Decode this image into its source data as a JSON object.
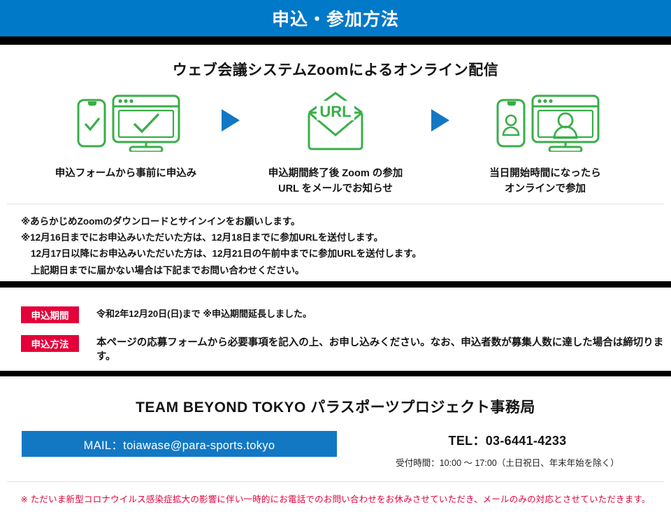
{
  "header": {
    "title": "申込・参加方法",
    "bar_color": "#0079C8"
  },
  "subtitle": "ウェブ会議システムZoomによるオンライン配信",
  "steps": [
    {
      "icon": "phone-monitor-check-icon",
      "label_line1": "申込フォームから事前に申込み",
      "label_line2": ""
    },
    {
      "icon": "envelope-url-icon",
      "label_line1": "申込期間終了後 Zoom の参加",
      "label_line2": "URL をメールでお知らせ"
    },
    {
      "icon": "phone-monitor-person-icon",
      "label_line1": "当日開始時間になったら",
      "label_line2": "オンラインで参加"
    }
  ],
  "arrow_color": "#1278C4",
  "notes": [
    "※あらかじめZoomのダウンロードとサインインをお願いします。",
    "※12月16日までにお申込みいただいた方は、12月18日までに参加URLを送付します。",
    "12月17日以降にお申込みいただいた方は、12月21日の午前中までに参加URLを送付します。",
    "上記期日までに届かない場合は下記までお問い合わせください。"
  ],
  "application": {
    "badge_color": "#E4003A",
    "rows": [
      {
        "badge": "申込期間",
        "text": "令和2年12月20日(日)まで ※申込期間延長しました。"
      },
      {
        "badge": "申込方法",
        "text": "本ページの応募フォームから必要事項を記入の上、お申し込みください。なお、申込者数が募集人数に達した場合は締切ります。"
      }
    ]
  },
  "footer": {
    "org_title": "TEAM BEYOND TOKYO パラスポーツプロジェクト事務局",
    "mail_label": "MAIL：toiawase@para-sports.tokyo",
    "mail_button_color": "#1278C4",
    "tel_label": "TEL：03-6441-4233",
    "tel_hours": "受付時間：10:00 〜 17:00（土日祝日、年末年始を除く）",
    "disclaimer": "※ ただいま新型コロナウイルス感染症拡大の影響に伴い一時的にお電話でのお問い合わせをお休みさせていただき、メールのみの対応とさせていただきます。",
    "disclaimer_color": "#E4003A"
  }
}
